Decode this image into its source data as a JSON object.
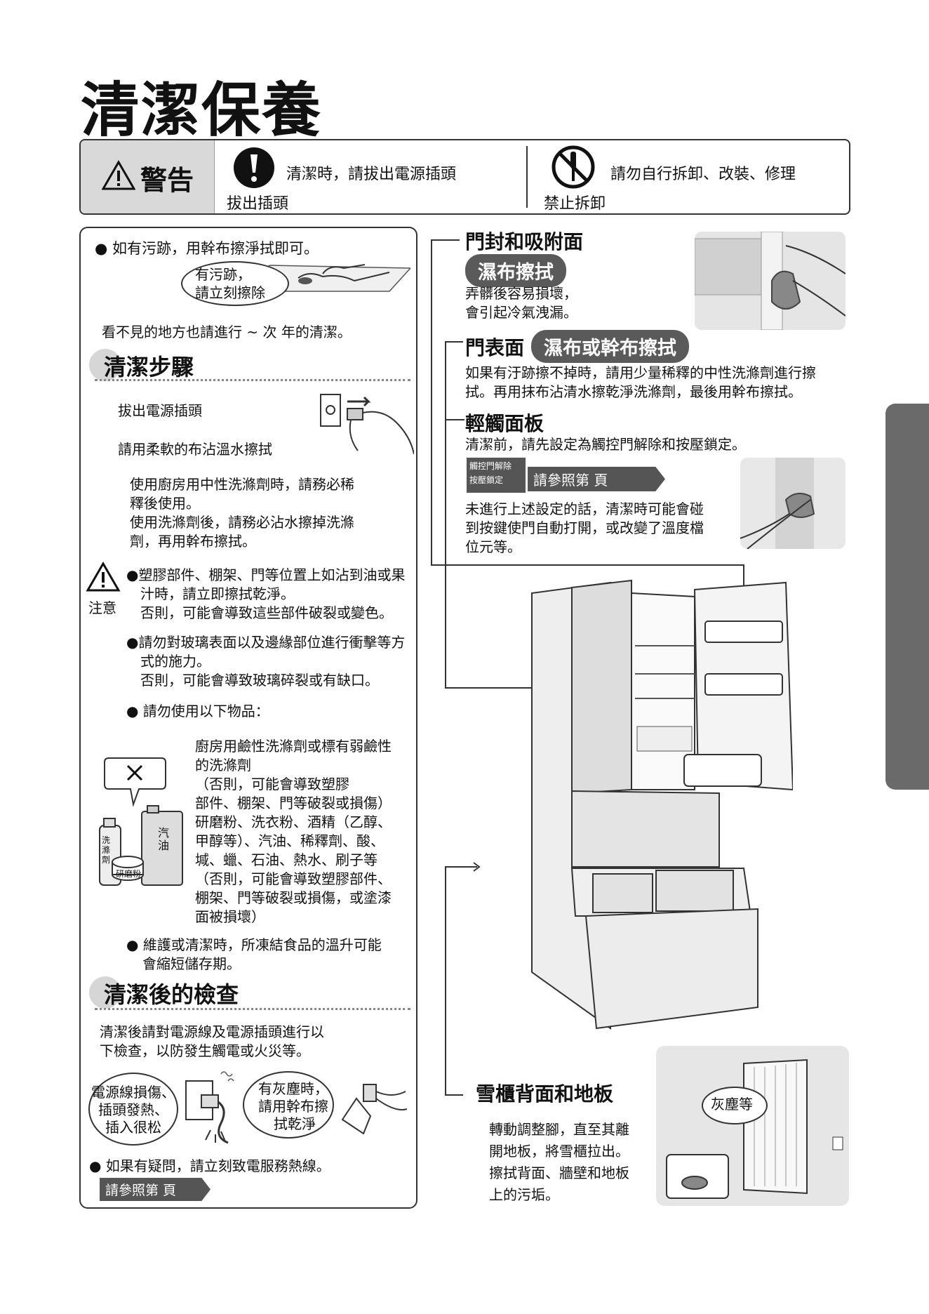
{
  "title": "清潔保養",
  "warning": {
    "label": "警告",
    "item1_text": "清潔時，請拔出電源插頭",
    "item1_caption": "拔出插頭",
    "item2_text": "請勿自行拆卸、改裝、修理",
    "item2_caption": "禁止拆卸"
  },
  "left": {
    "stain_intro": "● 如有污跡，用幹布擦淨拭即可。",
    "stain_bubble_l1": "有污跡，",
    "stain_bubble_l2": "請立刻擦除",
    "yearly_note": "看不見的地方也請進行 ~ 次 年的清潔。",
    "steps_heading": "清潔步驟",
    "step1": "拔出電源插頭",
    "step2": "請用柔軟的布沾溫水擦拭",
    "step3_l1": "使用廚房用中性洗滌劑時，請務必稀",
    "step3_l2": "釋後使用。",
    "step3_l3": "使用洗滌劑後，請務必沾水擦掉洗滌",
    "step3_l4": "劑，再用幹布擦拭。",
    "caution_label": "注意",
    "caution1_l1": "●塑膠部件、棚架、門等位置上如沾到油或果",
    "caution1_l2": "汁時，請立即擦拭乾淨。",
    "caution1_l3": "否則，可能會導致這些部件破裂或變色。",
    "caution2_l1": "●請勿對玻璃表面以及邊緣部位進行衝擊等方",
    "caution2_l2": "式的施力。",
    "caution2_l3": "否則，可能會導致玻璃碎裂或有缺口。",
    "caution3": "● 請勿使用以下物品：",
    "items_l1": "廚房用鹼性洗滌劑或標有弱鹼性",
    "items_l2": "的洗滌劑",
    "items_l3": "（否則，可能會導致塑膠",
    "items_l4": "部件、棚架、門等破裂或損傷）",
    "items_l5": "研磨粉、洗衣粉、酒精（乙醇、",
    "items_l6": "甲醇等）、汽油、稀釋劑、酸、",
    "items_l7": "堿、蠟、石油、熱水、刷子等",
    "items_l8": "（否則，可能會導致塑膠部件、",
    "items_l9": "棚架、門等破裂或損傷，或塗漆",
    "items_l10": "面被損壞）",
    "bottle1": "洗滌劑",
    "bottle2": "汽油",
    "bottle3": "研磨粉",
    "caution4_l1": "● 維護或清潔時，所凍結食品的溫升可能",
    "caution4_l2": "會縮短儲存期。",
    "check_heading": "清潔後的檢查",
    "check_l1": "清潔後請對電源線及電源插頭進行以",
    "check_l2": "下檢查，以防發生觸電或火災等。",
    "bubble_a_l1": "電源線損傷、",
    "bubble_a_l2": "插頭發熱、",
    "bubble_a_l3": "插入很松",
    "bubble_b_l1": "有灰塵時，",
    "bubble_b_l2": "請用幹布擦",
    "bubble_b_l3": "拭乾淨",
    "doubt": "● 如果有疑問，請立刻致電服務熱線。",
    "ref": "請參照第 頁"
  },
  "right": {
    "seal_heading": "門封和吸附面",
    "seal_pill": "濕布擦拭",
    "seal_l1": "弄髒後容易損壞，",
    "seal_l2": "會引起冷氣洩漏。",
    "door_heading": "門表面",
    "door_pill": "濕布或幹布擦拭",
    "door_l1": "如果有汙跡擦不掉時，請用少量稀釋的中性洗滌劑進行擦",
    "door_l2": "拭。再用抹布沾清水擦乾淨洗滌劑，最後用幹布擦拭。",
    "touch_heading": "輕觸面板",
    "touch_l1": "清潔前，請先設定為觸控門解除和按壓鎖定。",
    "touch_icon_l1": "觸控門解除",
    "touch_icon_l2": "按壓鎖定",
    "touch_ref": "請參照第 頁",
    "touch_l2": "未進行上述設定的話，清潔時可能會碰",
    "touch_l3": "到按鍵使門自動打開，或改變了溫度檔",
    "touch_l4": "位元等。",
    "back_heading": "雪櫃背面和地板",
    "back_l1": "轉動調整腳，直至其離",
    "back_l2": "開地板，將雪櫃拉出。",
    "back_l3": "擦拭背面、牆壁和地板",
    "back_l4": "上的污垢。",
    "dust_label": "灰塵等"
  }
}
